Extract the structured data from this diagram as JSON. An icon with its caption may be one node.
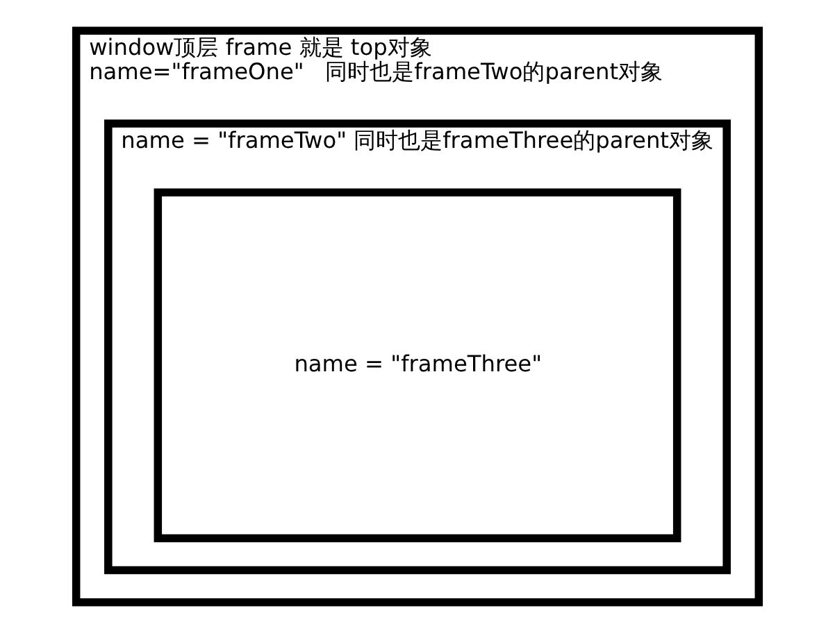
{
  "diagram": {
    "nodes": [
      {
        "text": [
          "window顶层 frame 就是 top对象",
          "name=\"frameOne\"   同时也是frameTwo的parent对象"
        ]
      },
      {
        "text": [
          "name = \"frameTwo\" 同时也是frameThree的parent对象"
        ],
        "in": 0
      },
      {
        "text": [
          "name = \"frameThree\""
        ],
        "in": 1
      }
    ]
  }
}
